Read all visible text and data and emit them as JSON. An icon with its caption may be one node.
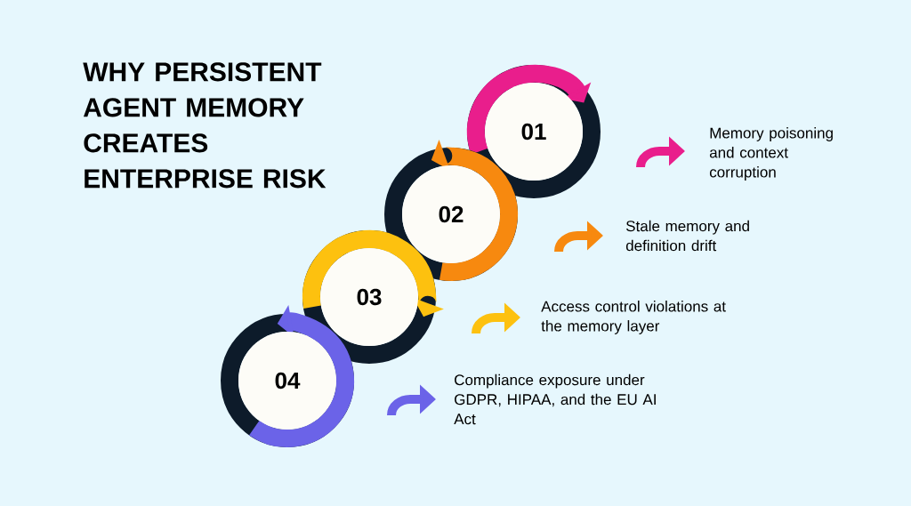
{
  "diagram": {
    "title": "WHY PERSISTENT AGENT MEMORY CREATES ENTERPRISE RISK",
    "nodes": [
      {
        "text": [
          "01"
        ]
      },
      {
        "text": [
          "02"
        ]
      },
      {
        "text": [
          "03"
        ]
      },
      {
        "text": [
          "04"
        ]
      },
      {
        "text": [
          "Memory poisoning and context corruption"
        ]
      },
      {
        "text": [
          "Stale memory and definition drift"
        ]
      },
      {
        "text": [
          "Access control violations at the memory layer"
        ]
      },
      {
        "text": [
          "Compliance exposure under GDPR, HIPAA, and the EU AI Act"
        ]
      }
    ]
  }
}
